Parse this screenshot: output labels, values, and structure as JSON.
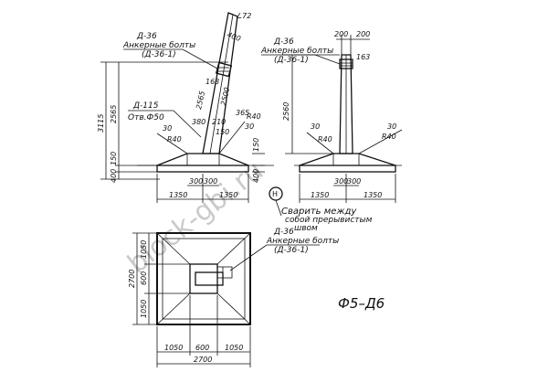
{
  "drawing_id": "Ф5–Д6",
  "watermark": "block-gbi.ru",
  "weld_marker": "Н",
  "notes": {
    "anchor_left": [
      "Д-36",
      "Анкерные болты",
      "(Д-36-1)"
    ],
    "anchor_right": [
      "Д-36",
      "Анкерные болты",
      "(Д-36-1)"
    ],
    "anchor_plan": [
      "Д-36",
      "Анкерные болты",
      "(Д-36-1)"
    ],
    "part_d115": [
      "Д-115",
      "Отв.Ф50"
    ],
    "weld": [
      "Сварить между",
      "собой прерывистым",
      "швом"
    ]
  },
  "dimensions": {
    "left_view": {
      "total_height": "3115",
      "h_2565": "2565",
      "h_400": "400",
      "h_150": "150",
      "col_2565": "2565",
      "col_2500": "2500",
      "col_365": "365",
      "col_150": "150",
      "top_400": "400",
      "top_163": "163",
      "angle": "∠72",
      "w_380": "380",
      "w_210": "210",
      "base_300a": "300",
      "base_300b": "300",
      "half_left": "1350",
      "half_right": "1350",
      "side_150": "150",
      "side_400": "400",
      "r40": "R40",
      "r40b": "R40",
      "d30": "30",
      "d30b": "30"
    },
    "right_view": {
      "top_200a": "200",
      "top_200b": "200",
      "height_2560": "2560",
      "top_163": "163",
      "half_left": "1350",
      "half_right": "1350",
      "base_300a": "300",
      "base_300b": "300",
      "r40": "R40",
      "r40b": "R40",
      "d30": "30",
      "d30b": "30"
    },
    "plan": {
      "h_1050a": "1050",
      "h_600": "600",
      "h_1050b": "1050",
      "h_total": "2700",
      "w_1050a": "1050",
      "w_600": "600",
      "w_1050b": "1050",
      "w_total": "2700"
    }
  }
}
